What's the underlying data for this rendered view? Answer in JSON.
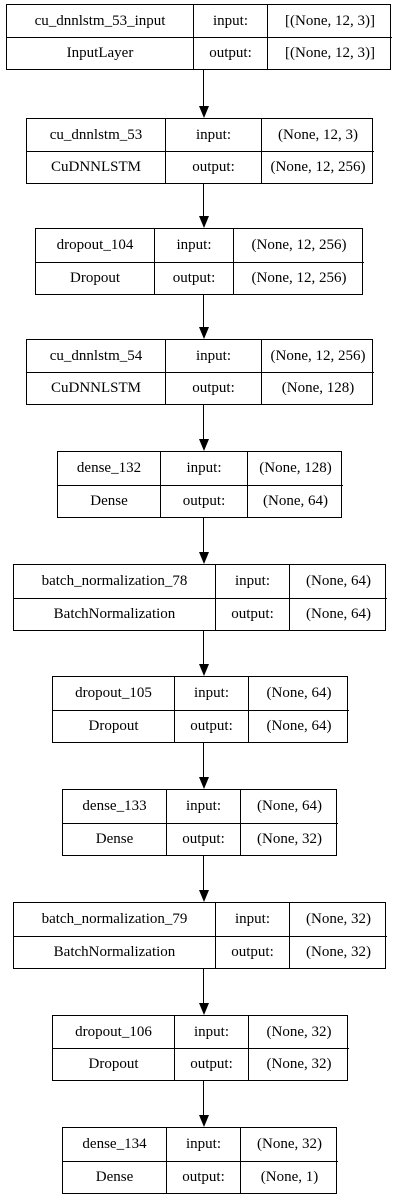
{
  "diagram": {
    "nodes": [
      {
        "id": "cu_dnnlstm_53_input",
        "name": "cu_dnnlstm_53_input",
        "type": "InputLayer",
        "input_label": "input:",
        "output_label": "output:",
        "input_shape": "[(None, 12, 3)]",
        "output_shape": "[(None, 12, 3)]"
      },
      {
        "id": "cu_dnnlstm_53",
        "name": "cu_dnnlstm_53",
        "type": "CuDNNLSTM",
        "input_label": "input:",
        "output_label": "output:",
        "input_shape": "(None, 12, 3)",
        "output_shape": "(None, 12, 256)"
      },
      {
        "id": "dropout_104",
        "name": "dropout_104",
        "type": "Dropout",
        "input_label": "input:",
        "output_label": "output:",
        "input_shape": "(None, 12, 256)",
        "output_shape": "(None, 12, 256)"
      },
      {
        "id": "cu_dnnlstm_54",
        "name": "cu_dnnlstm_54",
        "type": "CuDNNLSTM",
        "input_label": "input:",
        "output_label": "output:",
        "input_shape": "(None, 12, 256)",
        "output_shape": "(None, 128)"
      },
      {
        "id": "dense_132",
        "name": "dense_132",
        "type": "Dense",
        "input_label": "input:",
        "output_label": "output:",
        "input_shape": "(None, 128)",
        "output_shape": "(None, 64)"
      },
      {
        "id": "batch_normalization_78",
        "name": "batch_normalization_78",
        "type": "BatchNormalization",
        "input_label": "input:",
        "output_label": "output:",
        "input_shape": "(None, 64)",
        "output_shape": "(None, 64)"
      },
      {
        "id": "dropout_105",
        "name": "dropout_105",
        "type": "Dropout",
        "input_label": "input:",
        "output_label": "output:",
        "input_shape": "(None, 64)",
        "output_shape": "(None, 64)"
      },
      {
        "id": "dense_133",
        "name": "dense_133",
        "type": "Dense",
        "input_label": "input:",
        "output_label": "output:",
        "input_shape": "(None, 64)",
        "output_shape": "(None, 32)"
      },
      {
        "id": "batch_normalization_79",
        "name": "batch_normalization_79",
        "type": "BatchNormalization",
        "input_label": "input:",
        "output_label": "output:",
        "input_shape": "(None, 32)",
        "output_shape": "(None, 32)"
      },
      {
        "id": "dropout_106",
        "name": "dropout_106",
        "type": "Dropout",
        "input_label": "input:",
        "output_label": "output:",
        "input_shape": "(None, 32)",
        "output_shape": "(None, 32)"
      },
      {
        "id": "dense_134",
        "name": "dense_134",
        "type": "Dense",
        "input_label": "input:",
        "output_label": "output:",
        "input_shape": "(None, 32)",
        "output_shape": "(None, 1)"
      }
    ],
    "edges": [
      {
        "from": "cu_dnnlstm_53_input",
        "to": "cu_dnnlstm_53"
      },
      {
        "from": "cu_dnnlstm_53",
        "to": "dropout_104"
      },
      {
        "from": "dropout_104",
        "to": "cu_dnnlstm_54"
      },
      {
        "from": "cu_dnnlstm_54",
        "to": "dense_132"
      },
      {
        "from": "dense_132",
        "to": "batch_normalization_78"
      },
      {
        "from": "batch_normalization_78",
        "to": "dropout_105"
      },
      {
        "from": "dropout_105",
        "to": "dense_133"
      },
      {
        "from": "dense_133",
        "to": "batch_normalization_79"
      },
      {
        "from": "batch_normalization_79",
        "to": "dropout_106"
      },
      {
        "from": "dropout_106",
        "to": "dense_134"
      }
    ]
  }
}
